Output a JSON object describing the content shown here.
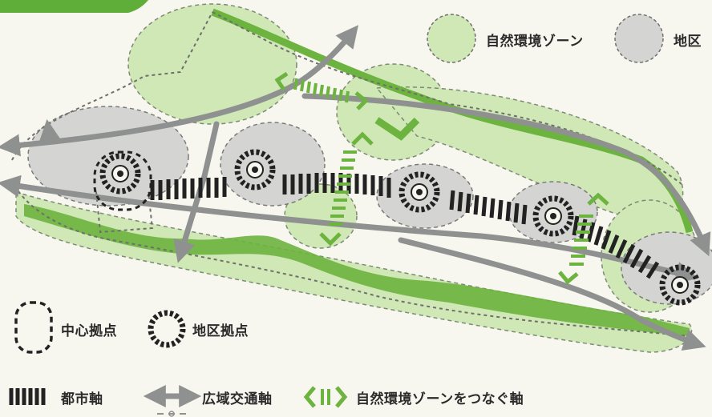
{
  "legend": {
    "natural_zone": "自然環境ゾーン",
    "district": "地区",
    "center_hub": "中心拠点",
    "district_hub": "地区拠点",
    "urban_axis": "都市軸",
    "wide_area_traffic_axis": "広域交通軸",
    "natural_connecting_axis": "自然環境ゾーンをつなぐ軸"
  },
  "colors": {
    "background": "#f7f6ef",
    "natural_zone_fill": "#cfe8b5",
    "district_fill": "#d4d4d2",
    "green_line": "#6db33f",
    "gray_arrow": "#8f9190",
    "hub_dark": "#222222",
    "tag_green": "#5fae3a"
  }
}
